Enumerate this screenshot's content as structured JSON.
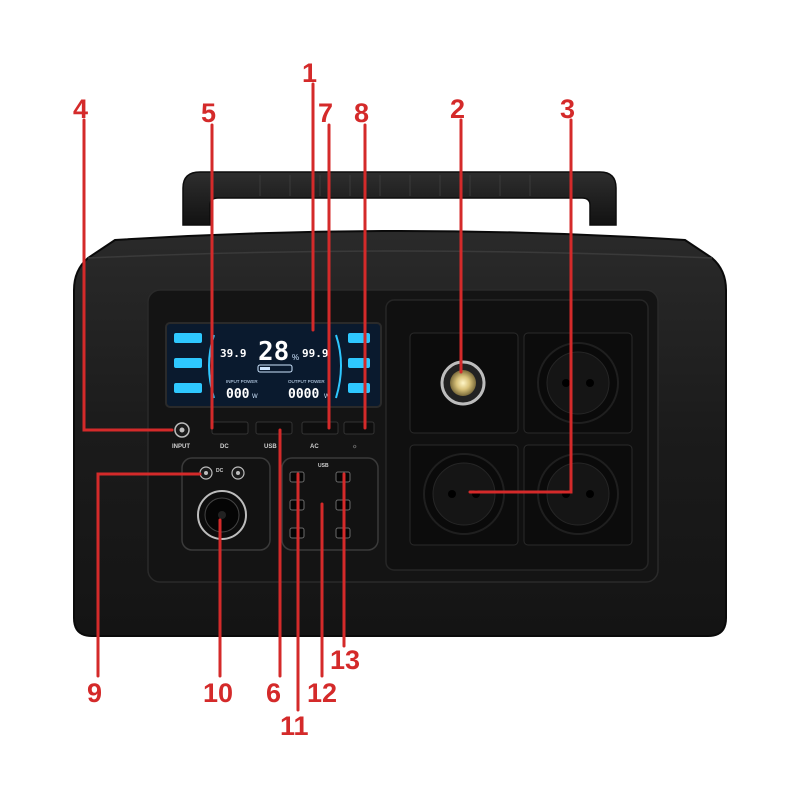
{
  "colors": {
    "callout": "#d42a2a",
    "body": "#1c1c1c",
    "panel": "#151515",
    "lcd": "#0a1a2e",
    "lcd_accent": "#2ec8ff"
  },
  "device": {
    "display": {
      "battery_percent": "28",
      "percent_unit": "%",
      "output_left": "39.9",
      "output_right": "99.9",
      "input_label": "INPUT POWER",
      "output_label": "OUTPUT POWER",
      "input_value": "000",
      "output_value": "0000",
      "unit_w": "W"
    },
    "labels": {
      "input": "INPUT",
      "dc": "DC",
      "usb": "USB",
      "ac": "AC",
      "usb_block": "USB",
      "dc_port": "DC"
    }
  },
  "callouts": [
    {
      "id": "1",
      "label": "1"
    },
    {
      "id": "2",
      "label": "2"
    },
    {
      "id": "3",
      "label": "3"
    },
    {
      "id": "4",
      "label": "4"
    },
    {
      "id": "5",
      "label": "5"
    },
    {
      "id": "6",
      "label": "6"
    },
    {
      "id": "7",
      "label": "7"
    },
    {
      "id": "8",
      "label": "8"
    },
    {
      "id": "9",
      "label": "9"
    },
    {
      "id": "10",
      "label": "10"
    },
    {
      "id": "11",
      "label": "11"
    },
    {
      "id": "12",
      "label": "12"
    },
    {
      "id": "13",
      "label": "13"
    }
  ]
}
